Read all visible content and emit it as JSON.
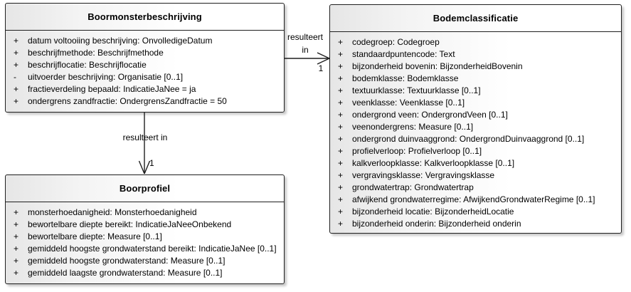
{
  "diagram": {
    "classes": [
      {
        "title": "Boormonsterbeschrijving",
        "attributes": [
          {
            "vis": "+",
            "text": "datum voltooiing beschrijving: OnvolledigeDatum"
          },
          {
            "vis": "+",
            "text": "beschrijfmethode: Beschrijfmethode"
          },
          {
            "vis": "+",
            "text": "beschrijflocatie: Beschrijflocatie"
          },
          {
            "vis": "-",
            "text": "uitvoerder beschrijving: Organisatie [0..1]"
          },
          {
            "vis": "+",
            "text": "fractieverdeling bepaald: IndicatieJaNee = ja"
          },
          {
            "vis": "+",
            "text": "ondergrens zandfractie: OndergrensZandfractie = 50"
          }
        ]
      },
      {
        "title": "Bodemclassificatie",
        "attributes": [
          {
            "vis": "+",
            "text": "codegroep: Codegroep"
          },
          {
            "vis": "+",
            "text": "standaardpuntencode: Text"
          },
          {
            "vis": "+",
            "text": "bijzonderheid bovenin: BijzonderheidBovenin"
          },
          {
            "vis": "+",
            "text": "bodemklasse: Bodemklasse"
          },
          {
            "vis": "+",
            "text": "textuurklasse: Textuurklasse [0..1]"
          },
          {
            "vis": "+",
            "text": "veenklasse: Veenklasse [0..1]"
          },
          {
            "vis": "+",
            "text": "ondergrond veen: OndergrondVeen [0..1]"
          },
          {
            "vis": "+",
            "text": "veenondergrens: Measure [0..1]"
          },
          {
            "vis": "+",
            "text": "ondergrond duinvaaggrond: OndergrondDuinvaaggrond [0..1]"
          },
          {
            "vis": "+",
            "text": "profielverloop: Profielverloop [0..1]"
          },
          {
            "vis": "+",
            "text": "kalkverloopklasse: Kalkverloopklasse [0..1]"
          },
          {
            "vis": "+",
            "text": "vergravingsklasse: Vergravingsklasse"
          },
          {
            "vis": "+",
            "text": "grondwatertrap: Grondwatertrap"
          },
          {
            "vis": "+",
            "text": "afwijkend grondwaterregime: AfwijkendGrondwaterRegime [0..1]"
          },
          {
            "vis": "+",
            "text": "bijzonderheid locatie: BijzonderheidLocatie"
          },
          {
            "vis": "+",
            "text": "bijzonderheid onderin: Bijzonderheid onderin"
          }
        ]
      },
      {
        "title": "Boorprofiel",
        "attributes": [
          {
            "vis": "+",
            "text": "monsterhoedanigheid: Monsterhoedanigheid"
          },
          {
            "vis": "+",
            "text": "bewortelbare diepte bereikt: IndicatieJaNeeOnbekend"
          },
          {
            "vis": "+",
            "text": "bewortelbare diepte: Measure [0..1]"
          },
          {
            "vis": "+",
            "text": "gemiddeld hoogste grondwaterstand bereikt: IndicatieJaNee [0..1]"
          },
          {
            "vis": "+",
            "text": "gemiddeld hoogste grondwaterstand: Measure [0..1]"
          },
          {
            "vis": "+",
            "text": "gemiddeld laagste grondwaterstand: Measure [0..1]"
          }
        ]
      }
    ],
    "relationships": [
      {
        "label": "resulteert in",
        "target_multiplicity": "1",
        "source": "Boormonsterbeschrijving",
        "target": "Bodemclassificatie"
      },
      {
        "label": "resulteert in",
        "target_multiplicity": "1",
        "source": "Boormonsterbeschrijving",
        "target": "Boorprofiel"
      }
    ],
    "colors": {
      "box_border": "#1f1f1f",
      "box_fill_left": "#e6e6e6",
      "box_fill_right": "#ffffff",
      "line": "#1f1f1f"
    }
  }
}
